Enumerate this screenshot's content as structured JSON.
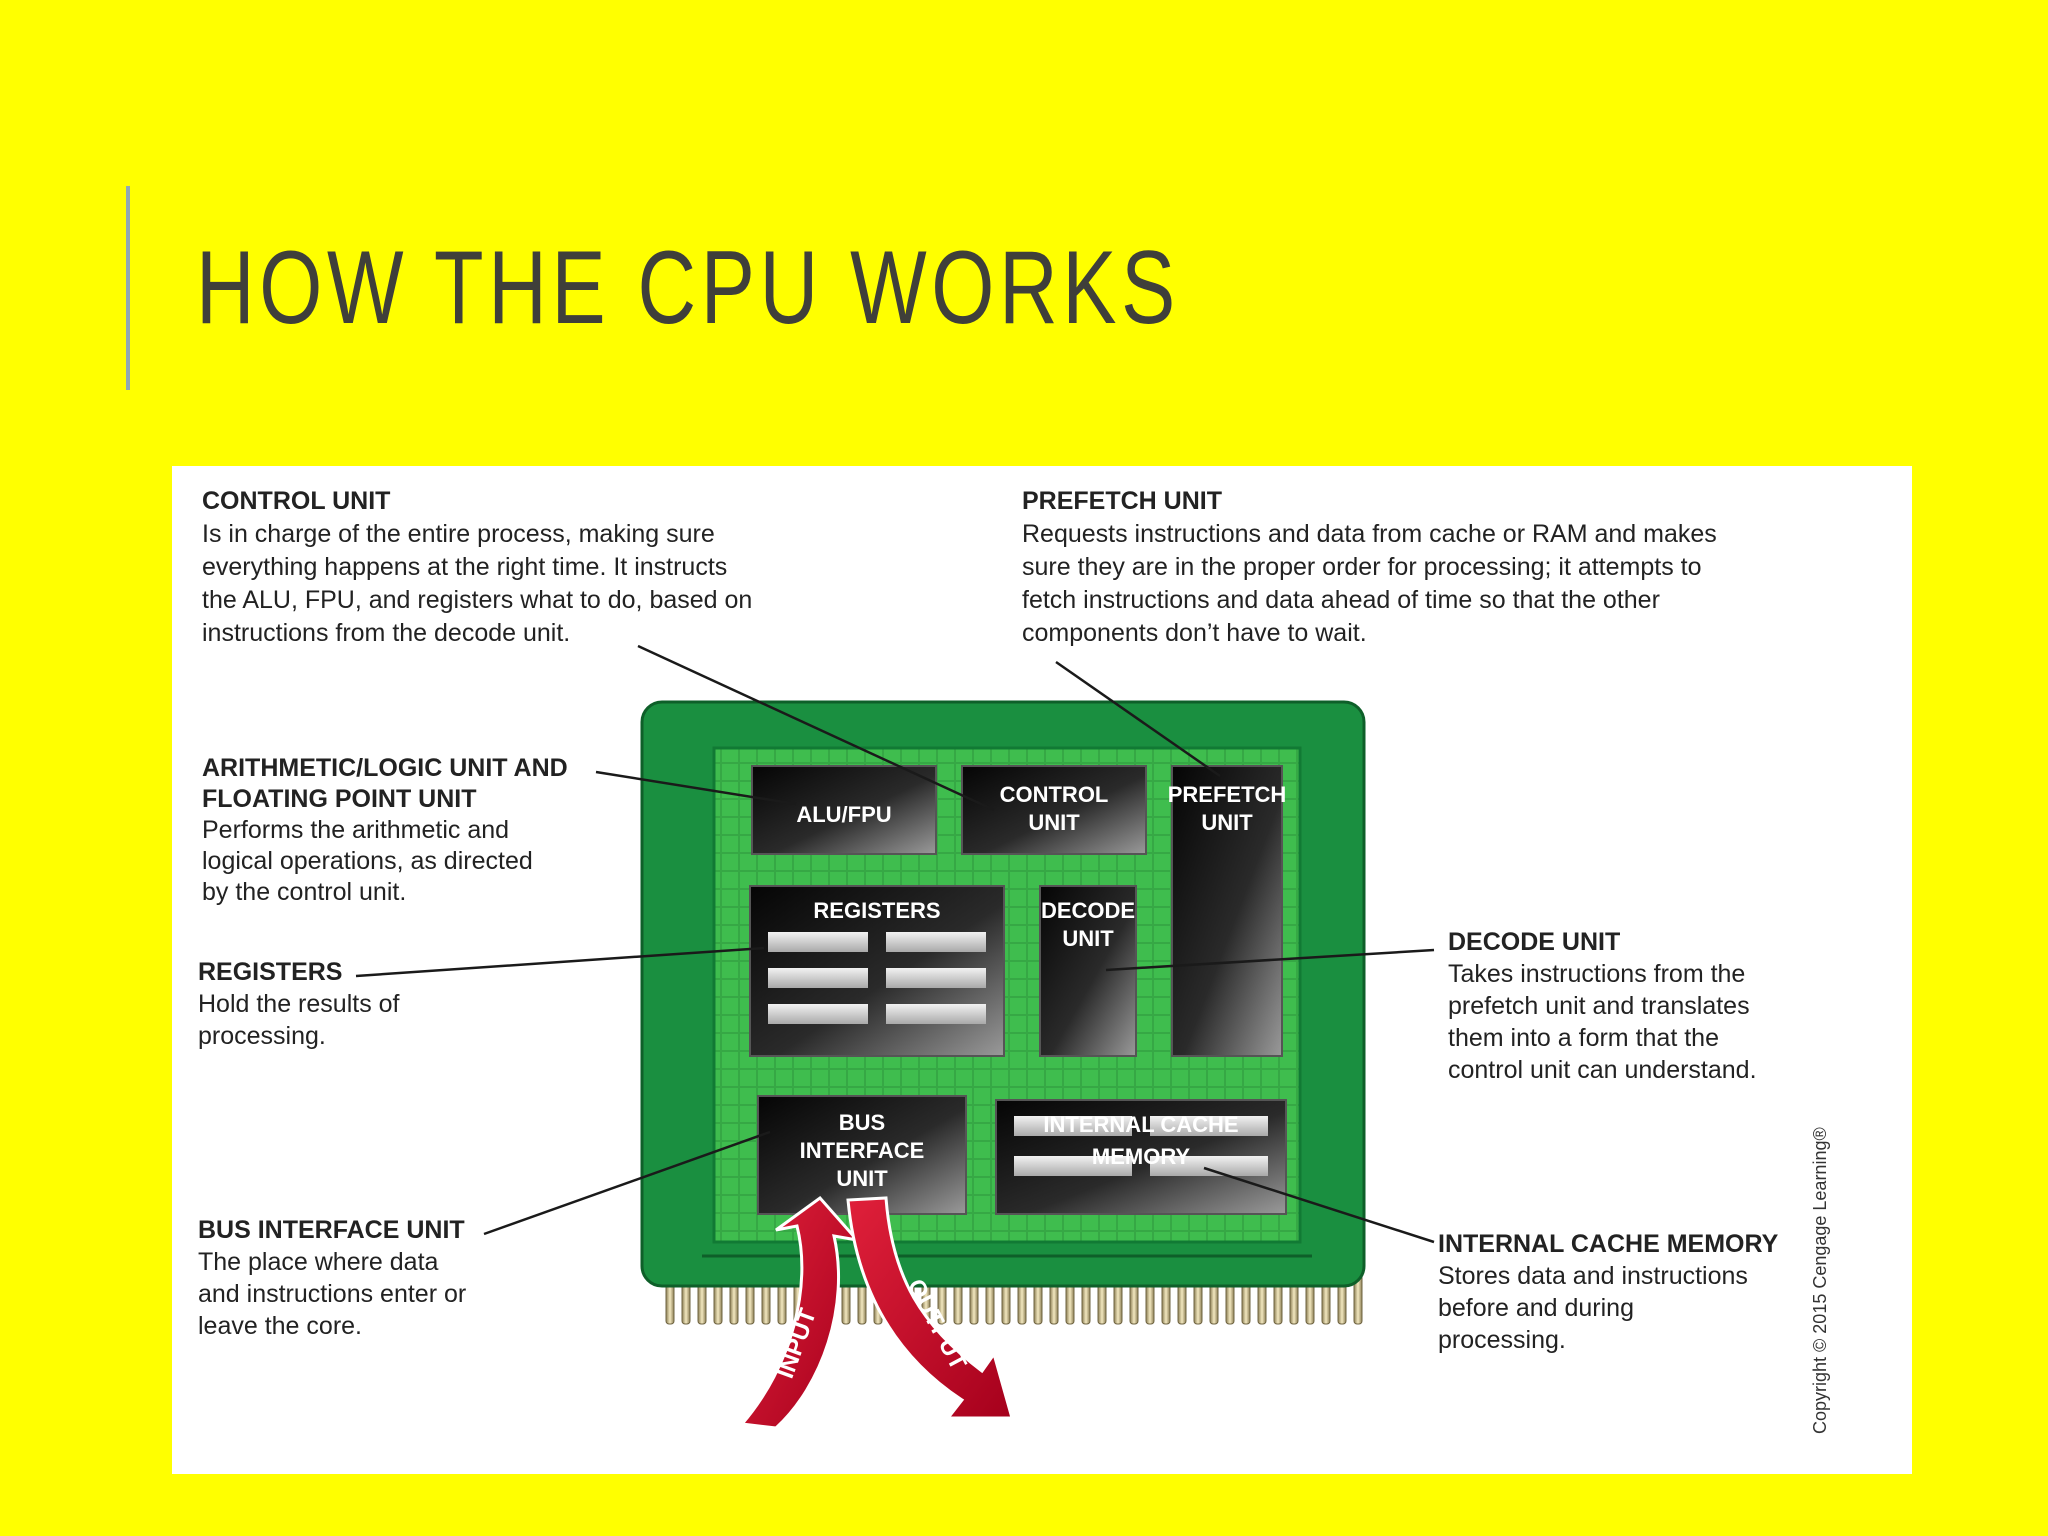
{
  "slide": {
    "title": "HOW THE CPU WORKS"
  },
  "colors": {
    "background": "#ffff00",
    "board_green": "#1f9a45",
    "board_light": "#4cc456",
    "chip_dark": "#1b1b1b",
    "arrow_red": "#c8102e"
  },
  "callouts": {
    "control": {
      "heading": "CONTROL UNIT",
      "lines": [
        "Is in charge of the entire process, making sure",
        "everything happens at the right time. It instructs",
        "the ALU, FPU, and registers what to do, based on",
        "instructions from the decode unit."
      ]
    },
    "prefetch": {
      "heading": "PREFETCH UNIT",
      "lines": [
        "Requests instructions and data from cache or RAM and makes",
        "sure they are in the proper order for processing; it attempts to",
        "fetch instructions and data ahead of time so that the other",
        "components don’t have to wait."
      ]
    },
    "alu": {
      "heading_lines": [
        "ARITHMETIC/LOGIC UNIT AND",
        "FLOATING POINT UNIT"
      ],
      "lines": [
        "Performs the arithmetic and",
        "logical operations, as directed",
        "by the control unit."
      ]
    },
    "registers": {
      "heading": "REGISTERS",
      "lines": [
        "Hold the results of",
        "processing."
      ]
    },
    "decode": {
      "heading": "DECODE UNIT",
      "lines": [
        "Takes instructions from the",
        "prefetch unit and translates",
        "them into a form that the",
        "control unit can understand."
      ]
    },
    "bus": {
      "heading": "BUS INTERFACE UNIT",
      "lines": [
        "The place where data",
        "and instructions enter or",
        "leave the core."
      ]
    },
    "cache": {
      "heading": "INTERNAL CACHE MEMORY",
      "lines": [
        "Stores data and instructions",
        "before and during",
        "processing."
      ]
    }
  },
  "chips": {
    "alu": [
      "ALU/FPU"
    ],
    "control": [
      "CONTROL",
      "UNIT"
    ],
    "prefetch": [
      "PREFETCH",
      "UNIT"
    ],
    "registers": [
      "REGISTERS"
    ],
    "decode": [
      "DECODE",
      "UNIT"
    ],
    "bus": [
      "BUS",
      "INTERFACE",
      "UNIT"
    ],
    "cache": [
      "INTERNAL CACHE",
      "MEMORY"
    ]
  },
  "arrows": {
    "input": "INPUT",
    "output": "OUTPUT"
  },
  "copyright": "Copyright © 2015 Cengage Learning®"
}
